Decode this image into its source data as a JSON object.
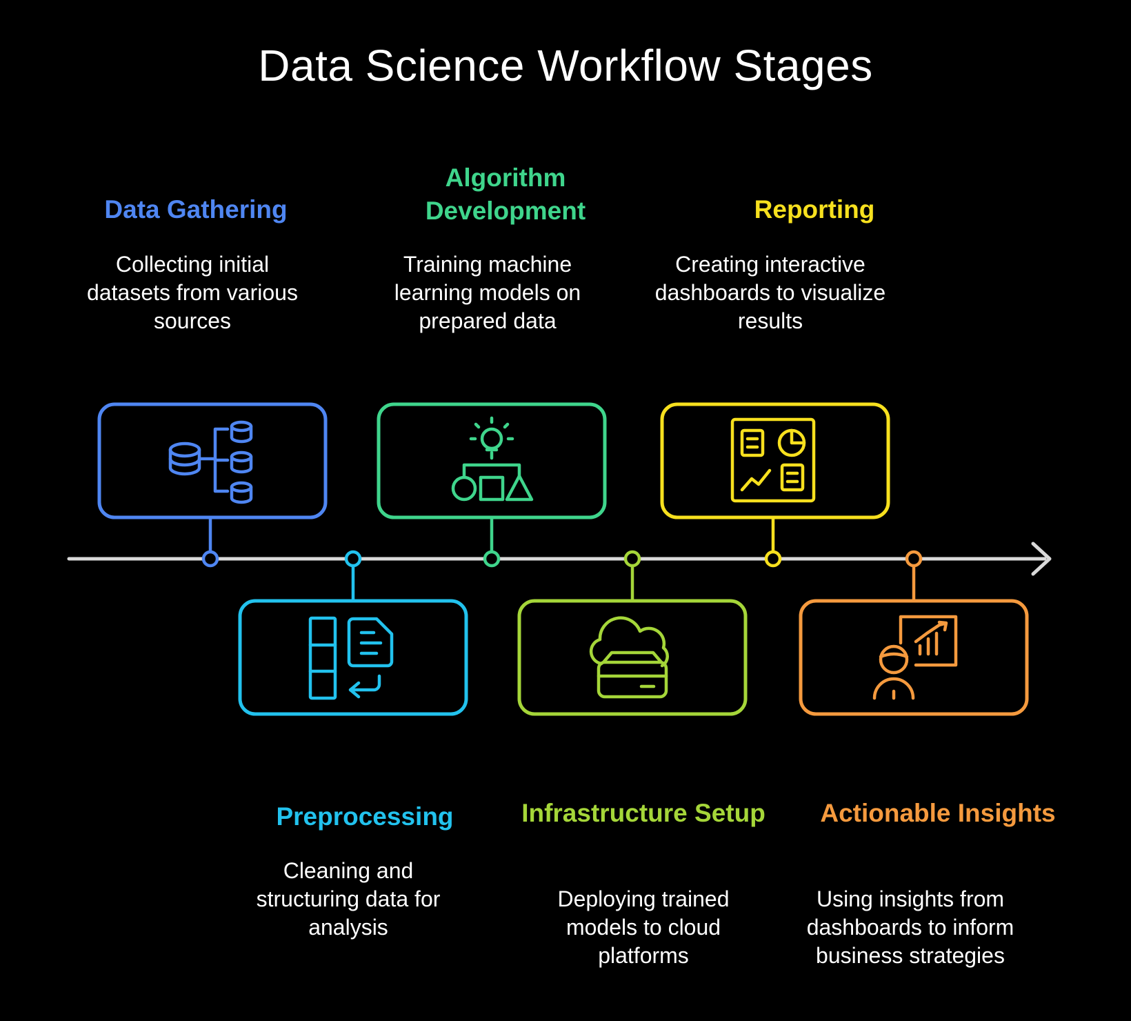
{
  "title": "Data Science Workflow Stages",
  "colors": {
    "timeline": "#d9d9d9",
    "data_gathering": "#4f86f2",
    "preprocessing": "#22c2ee",
    "algorithm_development": "#3fd58c",
    "infrastructure_setup": "#a5d639",
    "reporting": "#f7e01e",
    "actionable_insights": "#f59a3e"
  },
  "stages": [
    {
      "id": "data_gathering",
      "title": "Data Gathering",
      "description": "Collecting initial datasets from various sources",
      "icon": "database-hierarchy-icon"
    },
    {
      "id": "preprocessing",
      "title": "Preprocessing",
      "description": "Cleaning and structuring data for analysis",
      "icon": "data-cleaning-icon"
    },
    {
      "id": "algorithm_development",
      "title": "Algorithm Development",
      "description": "Training machine learning models on prepared data",
      "icon": "idea-shapes-icon"
    },
    {
      "id": "infrastructure_setup",
      "title": "Infrastructure Setup",
      "description": "Deploying trained models to cloud platforms",
      "icon": "cloud-server-icon"
    },
    {
      "id": "reporting",
      "title": "Reporting",
      "description": "Creating interactive dashboards to visualize results",
      "icon": "dashboard-icon"
    },
    {
      "id": "actionable_insights",
      "title": "Actionable Insights",
      "description": "Using insights from dashboards to inform business strategies",
      "icon": "presenter-chart-icon"
    }
  ]
}
